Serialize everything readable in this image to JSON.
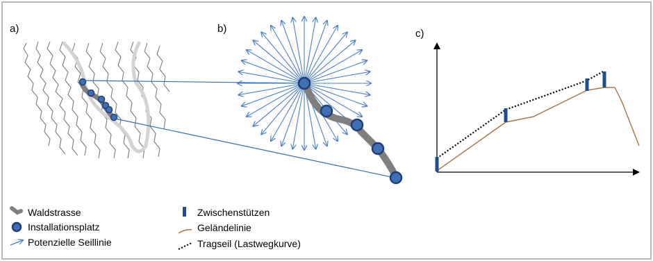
{
  "panels": {
    "a": "a)",
    "b": "b)",
    "c": "c)"
  },
  "legend": {
    "road": "Waldstrasse",
    "install": "Installationsplatz",
    "cable_line": "Potenzielle Seillinie",
    "supports": "Zwischenstützen",
    "terrain": "Geländelinie",
    "skyline": "Tragseil (Lastwegkurve)"
  },
  "colors": {
    "border": "#8a8a8a",
    "road": "#7f7f7f",
    "road_light": "#d3d3d3",
    "contour": "#7a7a7a",
    "install_fill": "#3f6fb5",
    "install_stroke": "#1f3f75",
    "arrow": "#4a7ec8",
    "support": "#1f4e8c",
    "terrain": "#a67a4a",
    "skyline": "#000000"
  },
  "icons": {
    "road": "road-segment-icon",
    "install": "installation-dot-icon",
    "cable_line": "arrow-icon",
    "supports": "support-bar-icon",
    "terrain": "terrain-line-icon",
    "skyline": "dotted-line-icon"
  }
}
